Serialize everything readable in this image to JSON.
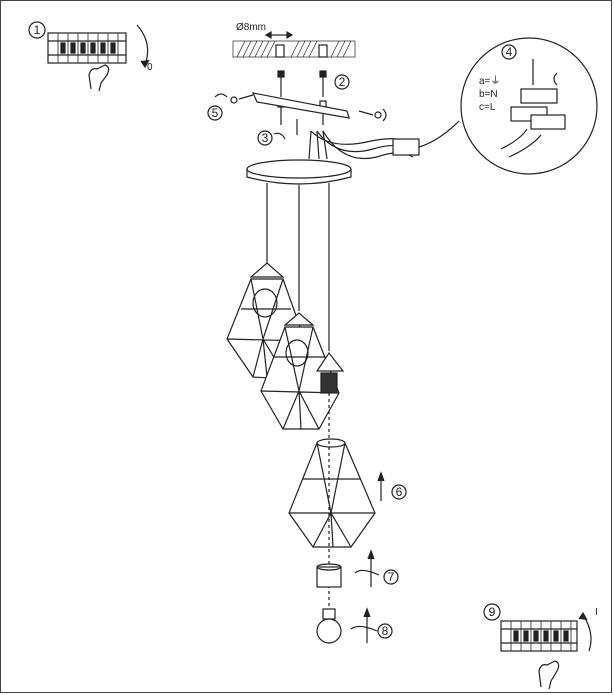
{
  "steps": [
    "1",
    "2",
    "3",
    "4",
    "5",
    "6",
    "7",
    "8",
    "9"
  ],
  "switch_off_label": "0",
  "switch_on_label": "I",
  "drill_label": "Ø8mm",
  "wiring": {
    "a": "a=⏚",
    "b": "b=N",
    "c": "c=L"
  },
  "icons": [
    "breaker-switch-icon",
    "hand-icon",
    "screw-icon",
    "bulb-icon",
    "lamp-holder-icon",
    "rotate-arrow-icon",
    "up-arrow-icon"
  ]
}
